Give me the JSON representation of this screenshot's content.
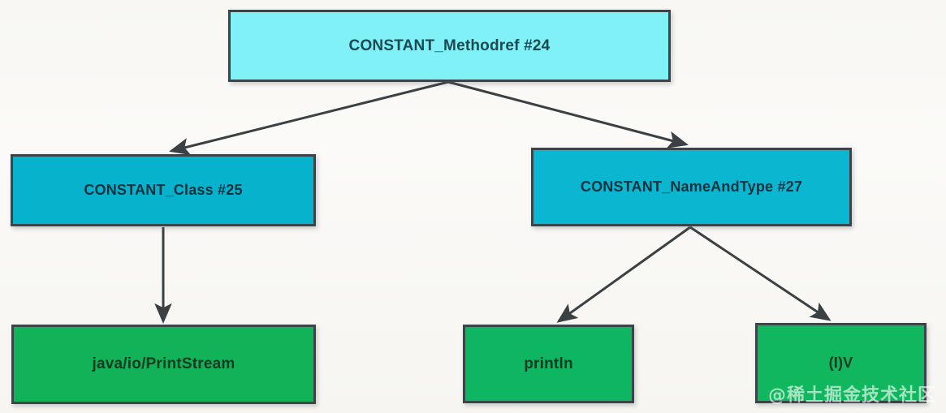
{
  "diagram": {
    "type": "tree",
    "title": "Constant pool reference tree",
    "background_color": "#f7f6f2",
    "nodes": [
      {
        "id": "methodref",
        "label": "CONSTANT_Methodref  #24",
        "tag": "CONSTANT_Methodref",
        "index": "#24",
        "fill": "#7ff1f7",
        "border": "#3b4448",
        "level": 0
      },
      {
        "id": "class",
        "label": "CONSTANT_Class  #25",
        "tag": "CONSTANT_Class",
        "index": "#25",
        "fill": "#07b2cc",
        "border": "#3b4448",
        "level": 1
      },
      {
        "id": "nameandtype",
        "label": "CONSTANT_NameAndType  #27",
        "tag": "CONSTANT_NameAndType",
        "index": "#27",
        "fill": "#0ab6d0",
        "border": "#3b4448",
        "level": 1
      },
      {
        "id": "printstream",
        "label": "java/io/PrintStream",
        "fill": "#11b258",
        "border": "#3b4448",
        "level": 2
      },
      {
        "id": "println",
        "label": "println",
        "fill": "#0fb661",
        "border": "#3b4448",
        "level": 2
      },
      {
        "id": "iv",
        "label": "(I)V",
        "fill": "#10b75e",
        "border": "#3b4448",
        "level": 2
      }
    ],
    "edges": [
      {
        "from": "methodref",
        "to": "class",
        "arrow": "filled-triangle",
        "color": "#3b4043"
      },
      {
        "from": "methodref",
        "to": "nameandtype",
        "arrow": "filled-triangle",
        "color": "#3b4043"
      },
      {
        "from": "class",
        "to": "printstream",
        "arrow": "filled-triangle",
        "color": "#3b4043"
      },
      {
        "from": "nameandtype",
        "to": "println",
        "arrow": "filled-triangle",
        "color": "#3b4043"
      },
      {
        "from": "nameandtype",
        "to": "iv",
        "arrow": "filled-triangle",
        "color": "#3b4043"
      }
    ]
  },
  "watermark": {
    "text": "@稀土掘金技术社区",
    "color": "#ffffff"
  }
}
